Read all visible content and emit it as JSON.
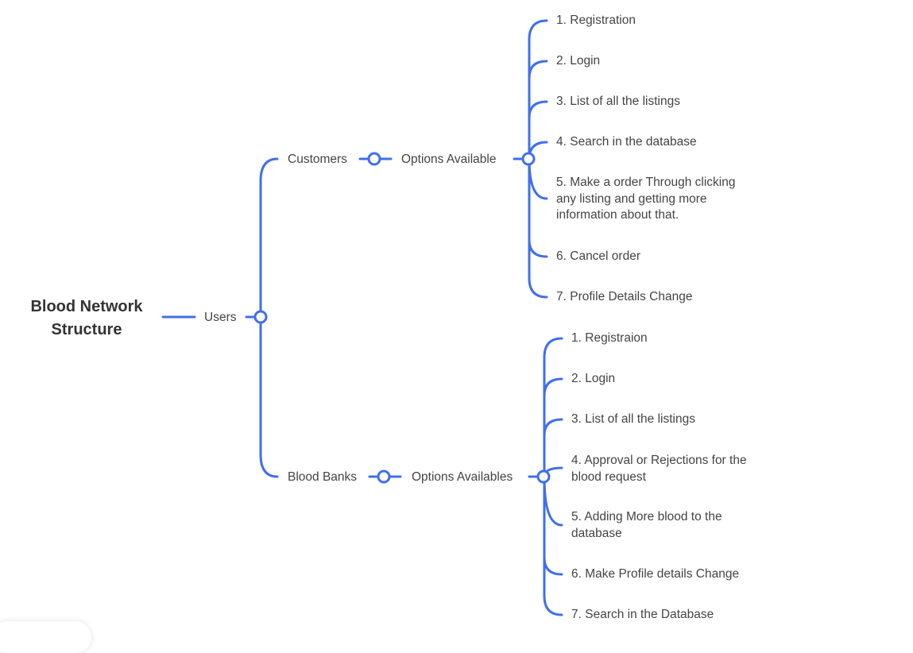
{
  "theme": {
    "line_color": "#3f6ff0",
    "text_color": "#444444",
    "title_color": "#333333"
  },
  "root": {
    "title_line1": "Blood Network",
    "title_line2": "Structure"
  },
  "level1": {
    "label": "Users"
  },
  "customers": {
    "label": "Customers",
    "options_label": "Options Available",
    "items": [
      {
        "num": "1.",
        "text": "Registration"
      },
      {
        "num": "2.",
        "text": "Login"
      },
      {
        "num": "3.",
        "text": "List of all the listings"
      },
      {
        "num": "4.",
        "text": "Search in the database"
      },
      {
        "num": "5.",
        "line1": "Make a order Through clicking",
        "line2": "any listing and getting more",
        "line3": "information about that."
      },
      {
        "num": "6.",
        "text": "Cancel order"
      },
      {
        "num": "7.",
        "text": "Profile Details Change"
      }
    ]
  },
  "blood_banks": {
    "label": "Blood Banks",
    "options_label": "Options Availables",
    "items": [
      {
        "num": "1.",
        "text": "Registraion"
      },
      {
        "num": "2.",
        "text": "Login"
      },
      {
        "num": "3.",
        "text": "List of all the listings"
      },
      {
        "num": "4.",
        "line1": "Approval or Rejections for the",
        "line2": "blood request"
      },
      {
        "num": "5.",
        "line1": "Adding More blood to the",
        "line2": "database"
      },
      {
        "num": "6.",
        "text": "Make Profile details Change"
      },
      {
        "num": "7.",
        "text": "Search in the Database"
      }
    ]
  }
}
